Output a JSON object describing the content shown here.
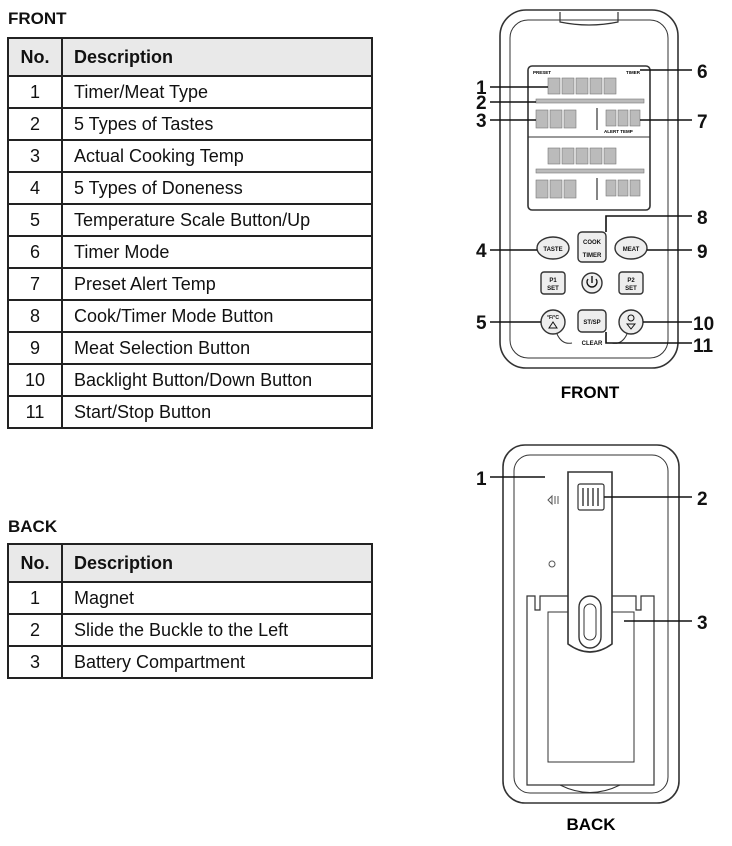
{
  "front": {
    "heading": "FRONT",
    "columns": [
      "No.",
      "Description"
    ],
    "rows": [
      {
        "no": "1",
        "desc": "Timer/Meat Type"
      },
      {
        "no": "2",
        "desc": "5 Types of Tastes"
      },
      {
        "no": "3",
        "desc": "Actual Cooking Temp"
      },
      {
        "no": "4",
        "desc": "5 Types of Doneness"
      },
      {
        "no": "5",
        "desc": "Temperature Scale Button/Up"
      },
      {
        "no": "6",
        "desc": "Timer Mode"
      },
      {
        "no": "7",
        "desc": "Preset Alert Temp"
      },
      {
        "no": "8",
        "desc": "Cook/Timer Mode Button"
      },
      {
        "no": "9",
        "desc": "Meat Selection Button"
      },
      {
        "no": "10",
        "desc": "Backlight Button/Down Button"
      },
      {
        "no": "11",
        "desc": "Start/Stop Button"
      }
    ]
  },
  "back": {
    "heading": "BACK",
    "columns": [
      "No.",
      "Description"
    ],
    "rows": [
      {
        "no": "1",
        "desc": "Magnet"
      },
      {
        "no": "2",
        "desc": "Slide the Buckle to the Left"
      },
      {
        "no": "3",
        "desc": "Battery Compartment"
      }
    ]
  },
  "front_diagram": {
    "caption": "FRONT",
    "callouts": [
      "1",
      "2",
      "3",
      "4",
      "5",
      "6",
      "7",
      "8",
      "9",
      "10",
      "11"
    ],
    "button_labels": {
      "taste": "TASTE",
      "cook": "COOK",
      "timer": "TIMER",
      "meat": "MEAT",
      "p1": "P1",
      "p2": "P2",
      "set": "SET",
      "st_sp": "ST/SP",
      "f_c": "°F/°C",
      "clear": "CLEAR"
    },
    "lcd_labels": {
      "preset": "PRESET",
      "timer": "TIMER",
      "alert_temp": "ALERT TEMP"
    }
  },
  "back_diagram": {
    "caption": "BACK",
    "callouts": [
      "1",
      "2",
      "3"
    ]
  }
}
